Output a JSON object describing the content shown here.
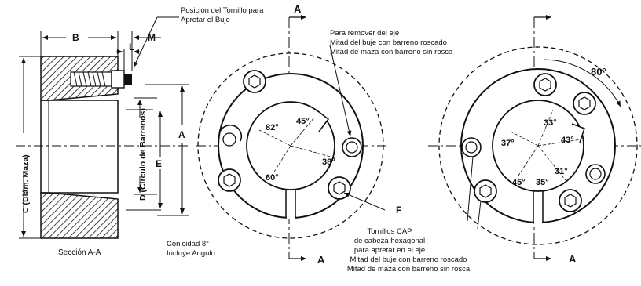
{
  "notes": {
    "screw_position": [
      "Posición del Tornillo para",
      "Apretar el Buje"
    ],
    "remove_from_shaft": [
      "Para remover del eje",
      "Mitad del buje con barreno roscado",
      "Mitad de maza con barreno sin rosca"
    ],
    "cap_screws": [
      "Tornillos CAP",
      "de cabeza hexagonal",
      "para apretar en el eje",
      "Mitad del buje con barreno roscado",
      "Mitad de maza con barreno sin rosca"
    ],
    "taper": [
      "Conicidad 8°",
      "Incluye Angulo"
    ],
    "section": "Sección A-A"
  },
  "dimensions": {
    "B": "B",
    "M": "M",
    "L": "L",
    "A": "A",
    "E": "E",
    "F": "F",
    "C": "C (Diám. Maza)",
    "D": "D (Círculo de Barrenos)"
  },
  "section_markers": {
    "A": "A"
  },
  "left_view_angles": {
    "a82": "82°",
    "a45": "45°",
    "a38": "38°",
    "a60": "60°"
  },
  "right_view_angles": {
    "a80": "80°",
    "a33": "33°",
    "a37": "37°",
    "a43": "43°",
    "a45": "45°",
    "a35": "35°",
    "a31": "31°"
  }
}
